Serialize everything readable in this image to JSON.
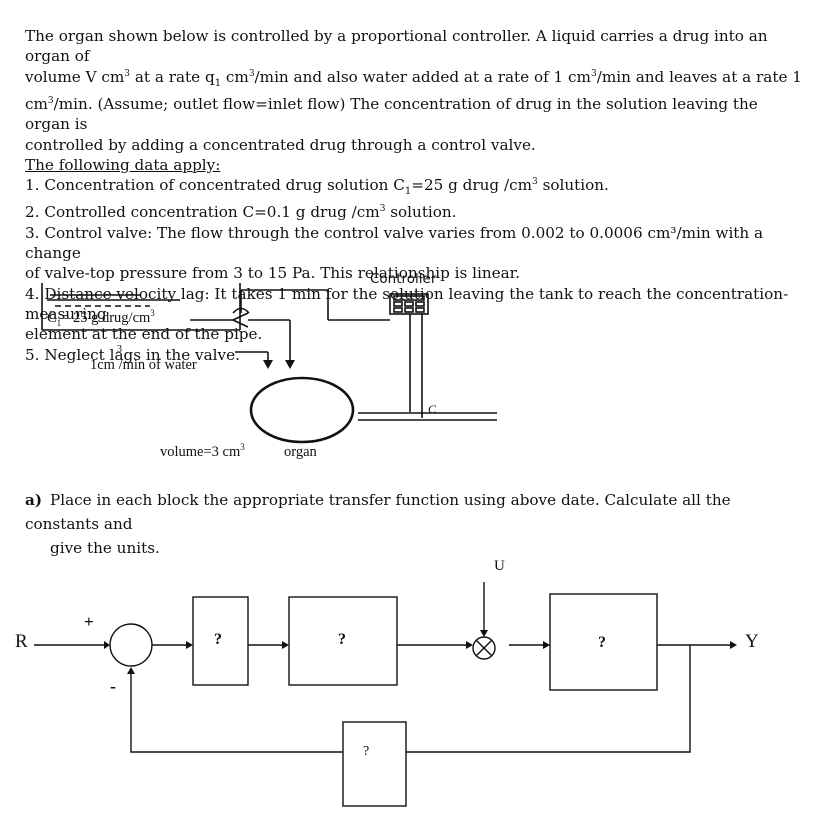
{
  "problem": {
    "intro_1": "The organ shown below is controlled by a proportional controller. A liquid carries a drug into an organ of",
    "intro_2a": "volume V cm",
    "intro_2b": " at a rate q",
    "intro_2c": "1",
    "intro_2d": " cm",
    "intro_2e": "/min  and also water added at a rate of 1 cm",
    "intro_2f": "/min and leaves at a rate 1",
    "intro_3a": "cm",
    "intro_3b": "/min. (Assume; outlet flow=inlet flow) The concentration of drug in the solution leaving the organ is",
    "intro_4": "controlled by adding a concentrated drug through a control valve.",
    "sup3": "3",
    "data_heading": "The following data apply:",
    "item1a": "1. Concentration of concentrated drug solution C",
    "item1b": "1",
    "item1c": "=25 g drug /cm",
    "item1d": " solution.",
    "item2a": "2. Controlled concentration C=0.1 g drug /cm",
    "item2b": " solution.",
    "item3_1": "3. Control valve: The flow through the control valve varies from 0.002 to 0.0006 cm³/min with a change",
    "item3_2": "of valve-top pressure from 3 to 15 Pa. This relationship is linear.",
    "item4_1": "4. Distance velocity lag: It takes 1 min for the solution leaving the tank to reach the concentration-measuring",
    "item4_2": "element at the end of the pipe.",
    "item5": "5. Neglect lags in the valve."
  },
  "figure": {
    "controller_label": "Controller",
    "tank_label": "C",
    "tank_label_sub": "1",
    "tank_label_rest": "= 25  g drug/cm",
    "water_label_sup": "3",
    "water_label": "1cm  /min of water",
    "volume_label": "volume=3 cm",
    "organ_label": "organ",
    "sensor_label": "C"
  },
  "question": {
    "label": "a)",
    "text_1": "Place in each block the appropriate transfer function using above date. Calculate all the constants and",
    "text_2": "give the units."
  },
  "block_diagram": {
    "input": "R",
    "output": "Y",
    "disturbance": "U",
    "plus_sign": "+",
    "minus_sign": "-",
    "block1": "?",
    "block2": "?",
    "block3": "?",
    "feedback_block": "?"
  }
}
